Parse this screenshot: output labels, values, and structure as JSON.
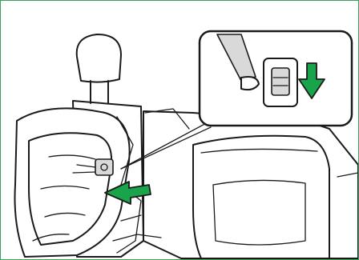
{
  "figure": {
    "subject": "child-seat-installation-diagram",
    "accent_color": "#19a34a",
    "border_color": "#3aa35a",
    "icons": [
      "rear-seat",
      "headrest",
      "child-seat",
      "green-arrow-release",
      "green-arrow-down",
      "lever-detail-inset"
    ]
  }
}
